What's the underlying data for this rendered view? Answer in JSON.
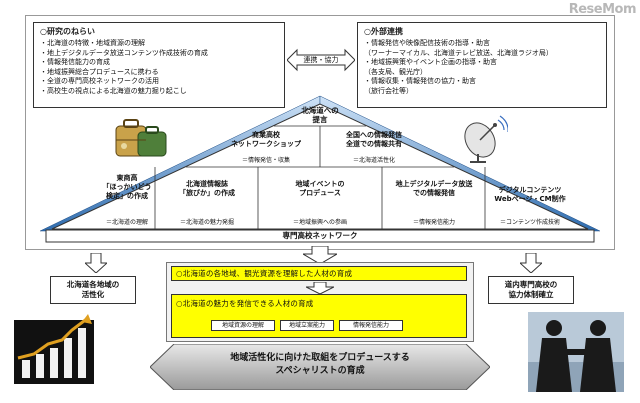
{
  "watermark": "ReseMom",
  "left_box": {
    "title": "○研究のねらい",
    "items": [
      "・北海道の特徴・地域資源の理解",
      "・地上デジタルデータ放送コンテンツ作成技術の育成",
      "・情報発信能力の育成",
      "・地域振興総合プロデュースに携わる",
      "・全道の専門高校ネットワークの活用",
      "・高校生の視点による北海道の魅力掘り起こし"
    ]
  },
  "link_label": "連携・協力",
  "right_box": {
    "title": "○外部連携",
    "items": [
      "・情報発信や映像配信技術の指導・助言",
      "（ワーナーマイカル、北海道テレビ放送、北海道ラジオ局）",
      "・地域振興策やイベント企画の指導・助言",
      "（各支局、観光庁）",
      "・情報収集・情報発信の協力・助言",
      "（旅行会社等）"
    ]
  },
  "pyramid": {
    "apex": "北海道への\n提言",
    "middle": [
      {
        "title": "商業高校\nネットワークショップ",
        "sub": "＝情報発信・収集"
      },
      {
        "title": "全国への情報発信\n全道での情報共有",
        "sub": "＝北海道活性化"
      }
    ],
    "bottom": [
      {
        "title": "東商高\n「ほっかいどう\n検定」の作成",
        "sub": "＝北海道の理解"
      },
      {
        "title": "北海道情報誌\n「旅びか」の作成",
        "sub": "＝北海道の魅力発掘"
      },
      {
        "title": "地域イベントの\nプロデュース",
        "sub": "＝地域振興への参画"
      },
      {
        "title": "地上デジタルデータ放送\nでの情報発信",
        "sub": "＝情報発信能力"
      },
      {
        "title": "デジタルコンテンツ\nWebページ・CM制作",
        "sub": "＝コンテンツ作成技術"
      }
    ],
    "base": "専門高校ネットワーク"
  },
  "goals": {
    "goal1": "○北海道の各地域、観光資源を理解した人材の育成",
    "goal2": "○北海道の魅力を発信できる人材の育成",
    "tags": [
      "地域資源の理解",
      "地域立案能力",
      "情報発信能力"
    ]
  },
  "left_result": "北海道各地域の\n活性化",
  "right_result": "道内専門高校の\n協力体制確立",
  "final": "地域活性化に向けた取組をプロデュースする\nスペシャリストの育成"
}
